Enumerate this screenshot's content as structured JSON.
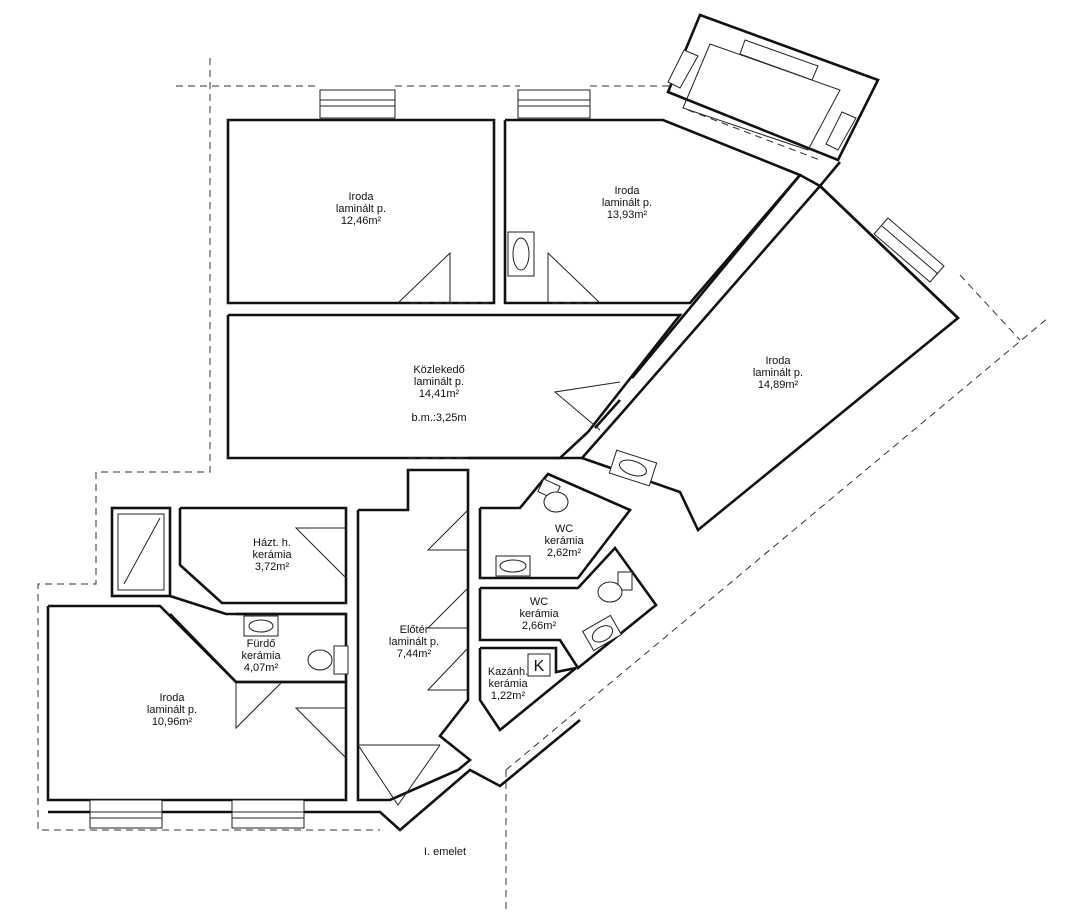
{
  "plan": {
    "floor_label": "I. emelet",
    "boiler_mark": "K",
    "rooms": [
      {
        "id": "iroda-1",
        "lines": [
          "Iroda",
          "laminált p.",
          "12,46m²"
        ]
      },
      {
        "id": "iroda-2",
        "lines": [
          "Iroda",
          "laminált p.",
          "13,93m²"
        ]
      },
      {
        "id": "iroda-3",
        "lines": [
          "Iroda",
          "laminált p.",
          "14,89m²"
        ]
      },
      {
        "id": "kozlekedo",
        "lines": [
          "Közlekedő",
          "laminált p.",
          "14,41m²",
          "",
          "b.m.:3,25m"
        ]
      },
      {
        "id": "hazt",
        "lines": [
          "Házt. h.",
          "kerámia",
          "3,72m²"
        ]
      },
      {
        "id": "wc-1",
        "lines": [
          "WC",
          "kerámia",
          "2,62m²"
        ]
      },
      {
        "id": "wc-2",
        "lines": [
          "WC",
          "kerámia",
          "2,66m²"
        ]
      },
      {
        "id": "furdo",
        "lines": [
          "Fürdő",
          "kerámia",
          "4,07m²"
        ]
      },
      {
        "id": "eloter",
        "lines": [
          "Előtér",
          "laminált p.",
          "7,44m²"
        ]
      },
      {
        "id": "kazanh",
        "lines": [
          "Kazánh.",
          "kerámia",
          "1,22m²"
        ]
      },
      {
        "id": "iroda-4",
        "lines": [
          "Iroda",
          "laminált p.",
          "10,96m²"
        ]
      }
    ]
  }
}
